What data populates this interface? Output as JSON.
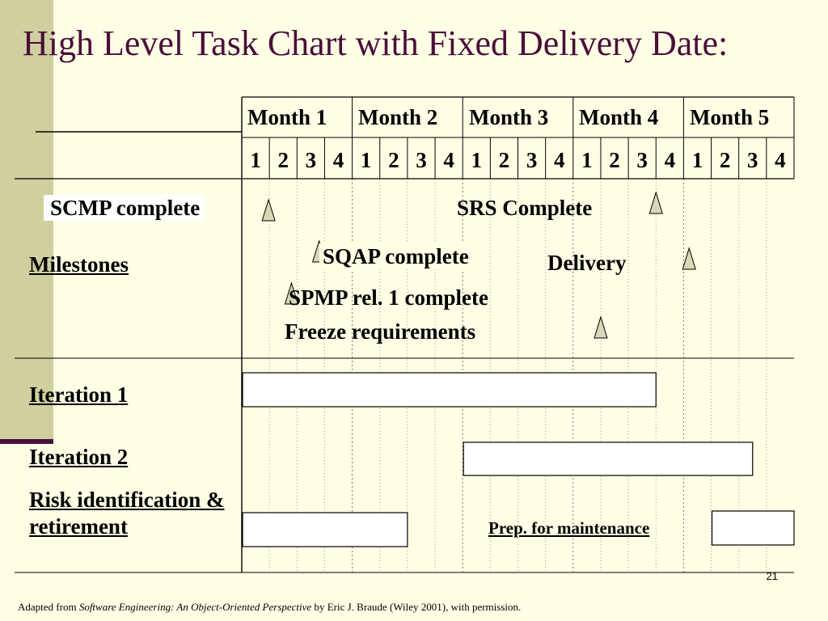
{
  "title": "High Level Task Chart with Fixed Delivery Date:",
  "months": [
    "Month 1",
    "Month 2",
    "Month 3",
    "Month 4",
    "Month 5"
  ],
  "weeks": [
    "1",
    "2",
    "3",
    "4"
  ],
  "rows": {
    "milestones": "Milestones",
    "iteration1": "Iteration 1",
    "iteration2": "Iteration 2",
    "risk": "Risk identification & retirement"
  },
  "milestones": [
    {
      "label": "SCMP complete",
      "week": 1.0
    },
    {
      "label": "SRS Complete",
      "week": 15.0
    },
    {
      "label": "SQAP complete",
      "week": 2.8
    },
    {
      "label": "Delivery",
      "week": 16.2
    },
    {
      "label": "SPMP rel. 1 complete",
      "week": 1.8
    },
    {
      "label": "Freeze requirements",
      "week": 13.0
    }
  ],
  "tasks": [
    {
      "row": "Iteration 1",
      "start_week": 0,
      "end_week": 15.0
    },
    {
      "row": "Iteration 2",
      "start_week": 8.0,
      "end_week": 18.5
    },
    {
      "row": "Risk identification & retirement",
      "start_week": 0,
      "end_week": 6.0
    },
    {
      "row": "Prep. for maintenance",
      "start_week": 17.0,
      "end_week": 20.0
    }
  ],
  "prep_label": "Prep. for maintenance",
  "page_number": "21",
  "footer": {
    "prefix": "Adapted from ",
    "book": "Software Engineering: An Object-Oriented Perspective",
    "suffix": " by Eric J. Braude (Wiley 2001), with permission."
  },
  "colors": {
    "title": "#4A0E3A",
    "sidebar": "#CFCFA0",
    "background": "#FFFFE5",
    "milestone_fill": "#D8D8B4"
  }
}
